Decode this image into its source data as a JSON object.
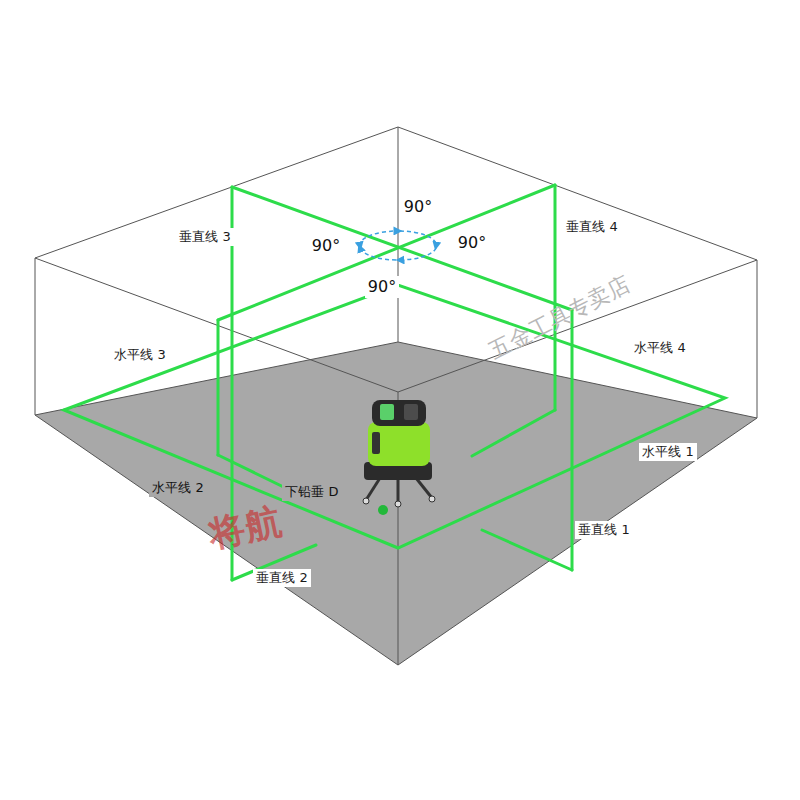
{
  "diagram": {
    "labels": [
      "垂直线 3",
      "90°",
      "垂直线 4",
      "90°",
      "90°",
      "90°",
      "水平线 3",
      "水平线 4",
      "水平线 1",
      "水平线 2",
      "下铅垂 D",
      "垂直线 1",
      "垂直线 2",
      "将航",
      "五金工具专卖店"
    ]
  }
}
